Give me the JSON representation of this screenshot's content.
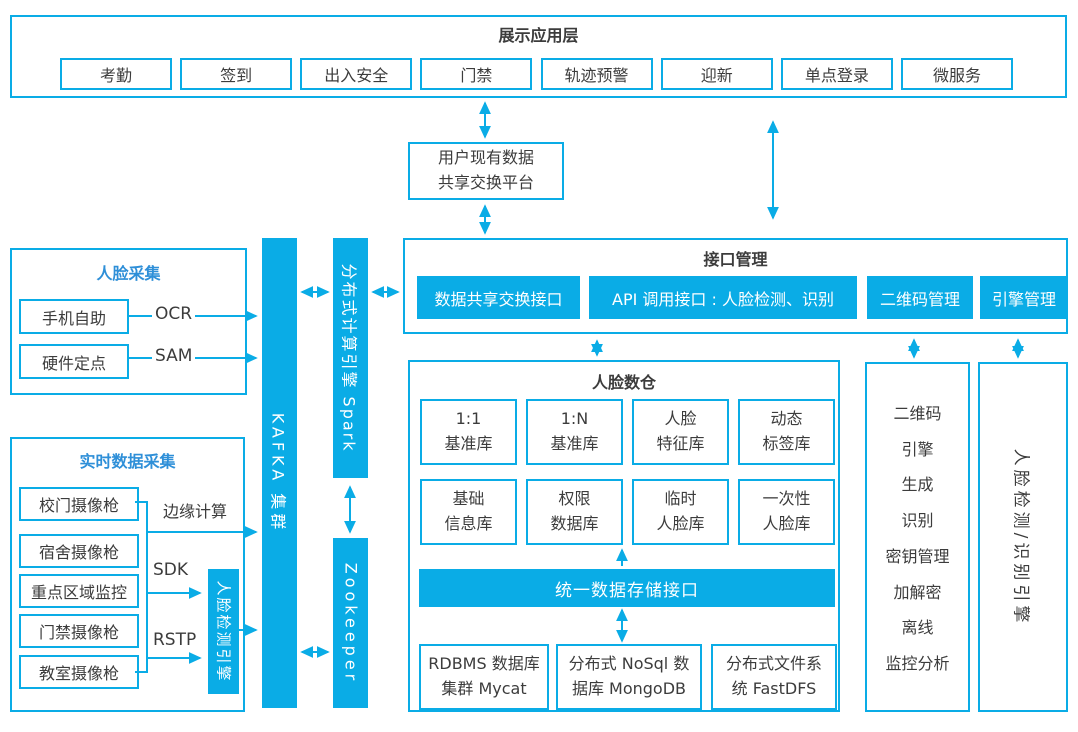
{
  "colors": {
    "accent": "#0aace6",
    "section_title_blue": "#2e8fd8",
    "text": "#3c3c3c"
  },
  "app_layer": {
    "title": "展示应用层",
    "apps": [
      "考勤",
      "签到",
      "出入安全",
      "门禁",
      "轨迹预警",
      "迎新",
      "单点登录",
      "微服务"
    ]
  },
  "exchange_platform": {
    "line1": "用户现有数据",
    "line2": "共享交换平台"
  },
  "interface_mgmt": {
    "title": "接口管理",
    "data_share": "数据共享交换接口",
    "api": "API 调用接口 : 人脸检测、识别",
    "qr": "二维码管理",
    "engine": "引擎管理"
  },
  "face_collection": {
    "title": "人脸采集",
    "mobile": "手机自助",
    "hardware": "硬件定点",
    "ocr": "OCR",
    "sam": "SAM"
  },
  "realtime": {
    "title": "实时数据采集",
    "cameras": [
      "校门摄像枪",
      "宿舍摄像枪",
      "重点区域监控",
      "门禁摄像枪",
      "教室摄像枪"
    ],
    "edge": "边缘计算",
    "sdk": "SDK",
    "rstp": "RSTP",
    "engine": "人脸检测引擎"
  },
  "middleware": {
    "kafka": "KAFKA 集群",
    "spark": "分布式计算引擎 Spark",
    "zookeeper": "Zookeeper"
  },
  "warehouse": {
    "title": "人脸数仓",
    "stores": [
      {
        "l1": "1:1",
        "l2": "基准库"
      },
      {
        "l1": "1:N",
        "l2": "基准库"
      },
      {
        "l1": "人脸",
        "l2": "特征库"
      },
      {
        "l1": "动态",
        "l2": "标签库"
      },
      {
        "l1": "基础",
        "l2": "信息库"
      },
      {
        "l1": "权限",
        "l2": "数据库"
      },
      {
        "l1": "临时",
        "l2": "人脸库"
      },
      {
        "l1": "一次性",
        "l2": "人脸库"
      }
    ],
    "storage_interface": "统一数据存储接口",
    "backends": [
      "RDBMS 数据库集群 Mycat",
      "分布式 NoSql 数据库 MongoDB",
      "分布式文件系统 FastDFS"
    ]
  },
  "qr_engine": {
    "lines": [
      "二维码",
      "引擎",
      "生成",
      "识别",
      "密钥管理",
      "加解密",
      "离线",
      "监控分析"
    ]
  },
  "face_engine": {
    "label": "人脸检测/识别引擎"
  }
}
